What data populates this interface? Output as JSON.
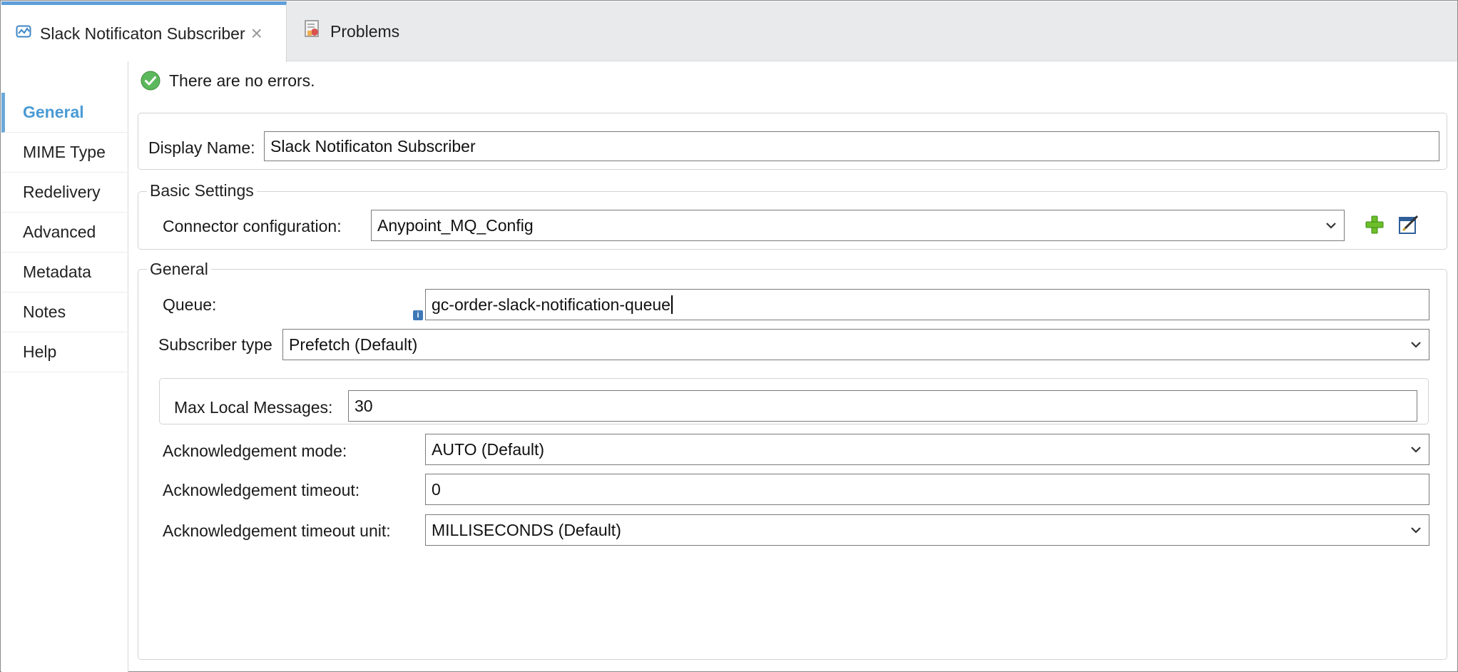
{
  "tabs": {
    "editor": {
      "label": "Slack Notificaton Subscriber"
    },
    "problems": {
      "label": "Problems"
    }
  },
  "nav": {
    "items": [
      {
        "label": "General"
      },
      {
        "label": "MIME Type"
      },
      {
        "label": "Redelivery"
      },
      {
        "label": "Advanced"
      },
      {
        "label": "Metadata"
      },
      {
        "label": "Notes"
      },
      {
        "label": "Help"
      }
    ]
  },
  "status": {
    "message": "There are no errors."
  },
  "display_name": {
    "label": "Display Name:",
    "value": "Slack Notificaton Subscriber"
  },
  "basic_settings": {
    "legend": "Basic Settings",
    "connector_label": "Connector configuration:",
    "connector_value": "Anypoint_MQ_Config"
  },
  "general": {
    "legend": "General",
    "queue_label": "Queue:",
    "queue_value": "gc-order-slack-notification-queue",
    "subscriber_type_label": "Subscriber type",
    "subscriber_type_value": "Prefetch (Default)",
    "max_local_label": "Max Local Messages:",
    "max_local_value": "30",
    "ack_mode_label": "Acknowledgement mode:",
    "ack_mode_value": "AUTO (Default)",
    "ack_timeout_label": "Acknowledgement timeout:",
    "ack_timeout_value": "0",
    "ack_unit_label": "Acknowledgement timeout unit:",
    "ack_unit_value": "MILLISECONDS (Default)"
  },
  "colors": {
    "accent": "#5f9ed9",
    "nav_active": "#4a9bd4",
    "success": "#5cb85c",
    "add_green": "#6cbf2a"
  }
}
